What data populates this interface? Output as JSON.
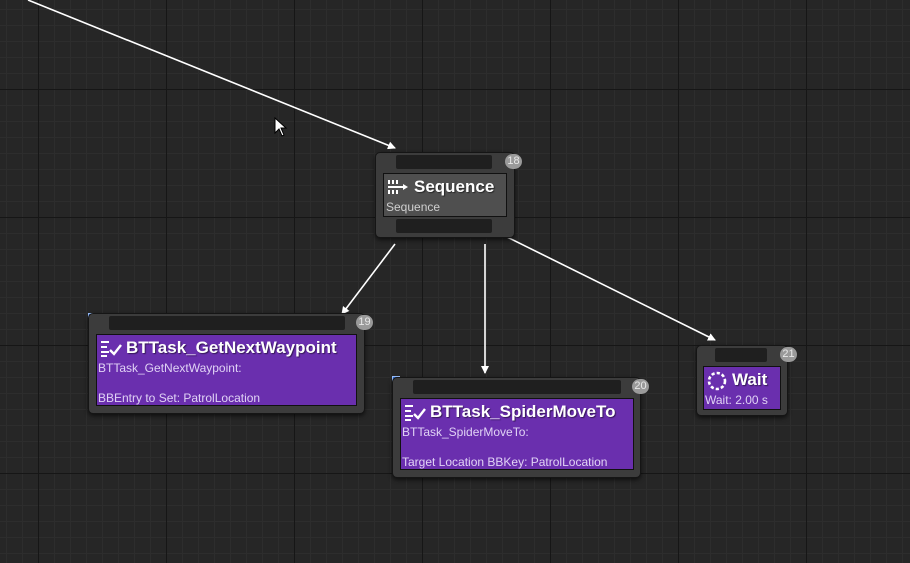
{
  "nodes": {
    "sequence": {
      "title": "Sequence",
      "subtitle": "Sequence",
      "index": "18",
      "icon": "sequence-icon"
    },
    "get_next_waypoint": {
      "title": "BTTask_GetNextWaypoint",
      "line1": "BTTask_GetNextWaypoint:",
      "line2": "BBEntry to Set: PatrolLocation",
      "index": "19",
      "icon": "task-icon"
    },
    "spider_move_to": {
      "title": "BTTask_SpiderMoveTo",
      "line1": "BTTask_SpiderMoveTo:",
      "line2": "Target Location BBKey: PatrolLocation",
      "index": "20",
      "icon": "task-icon"
    },
    "wait": {
      "title": "Wait",
      "subtitle": "Wait: 2.00 s",
      "index": "21",
      "icon": "wait-icon"
    }
  },
  "colors": {
    "task_body": "#6a2fae",
    "composite_body": "#4f4f4f",
    "node_frame": "#3c3c3c",
    "background": "#262626",
    "wire": "#ffffff"
  }
}
